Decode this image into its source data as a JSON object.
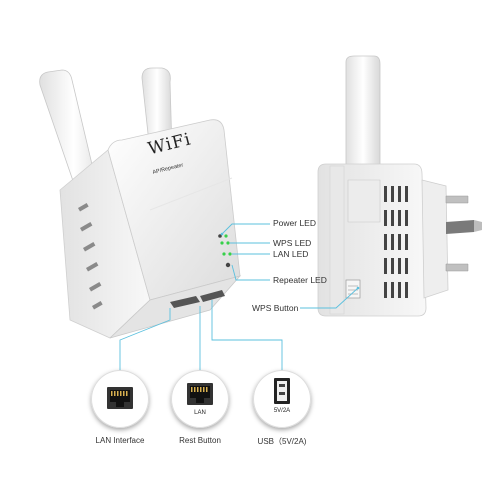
{
  "device": {
    "brand": "WiFi",
    "model": "AP/Repeater"
  },
  "callouts": {
    "power_led": "Power LED",
    "wps_led": "WPS LED",
    "lan_led": "LAN LED",
    "repeater_led": "Repeater LED",
    "wps_button": "WPS Button"
  },
  "ports": [
    {
      "label": "LAN Interface",
      "icon_text": ""
    },
    {
      "label": "Rest Button",
      "icon_text": "LAN"
    },
    {
      "label": "USB（5V/2A)",
      "icon_text": "5V/2A"
    }
  ],
  "colors": {
    "callout_line": "#5bc0de",
    "led_green": "#37d04a",
    "device_body": "#f4f4f4"
  }
}
